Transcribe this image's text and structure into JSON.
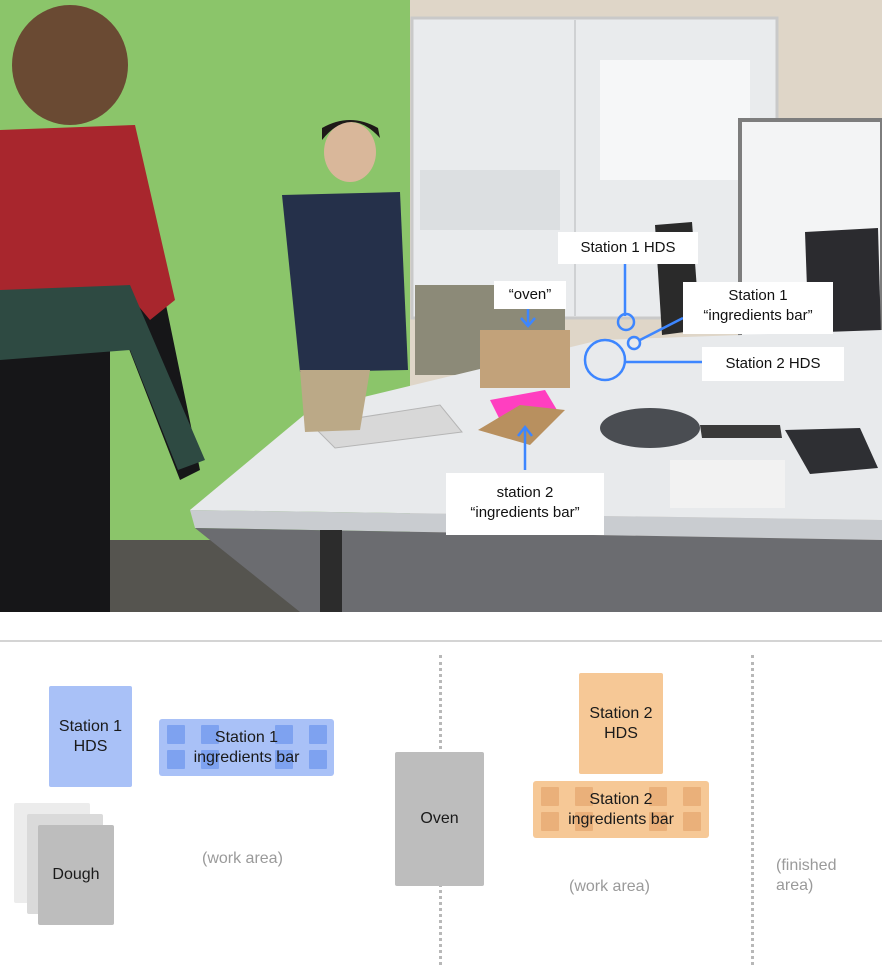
{
  "photo_callouts": {
    "oven": "“oven”",
    "station1_hds": "Station 1 HDS",
    "station1_bar_line1": "Station 1",
    "station1_bar_line2": "“ingredients bar”",
    "station2_hds": "Station 2 HDS",
    "station2_bar_line1": "station 2",
    "station2_bar_line2": "“ingredients bar”"
  },
  "diagram": {
    "station1_hds_line1": "Station 1",
    "station1_hds_line2": "HDS",
    "station1_bar_line1": "Station 1",
    "station1_bar_line2": "ingredients bar",
    "dough": "Dough",
    "work_area_1": "(work area)",
    "oven": "Oven",
    "station2_hds_line1": "Station 2",
    "station2_hds_line2": "HDS",
    "station2_bar_line1": "Station 2",
    "station2_bar_line2": "ingredients bar",
    "work_area_2": "(work area)",
    "finished_line1": "(finished",
    "finished_line2": "area)"
  },
  "colors": {
    "callout_blue": "#3d86ff",
    "magenta_paper": "#ff3fc0",
    "station1_blue": "#a9c1f7",
    "station1_cell": "#7ea2f0",
    "station2_orange": "#f6c896",
    "station2_cell": "#eab07a",
    "neutral_gray": "#bdbdbd"
  }
}
